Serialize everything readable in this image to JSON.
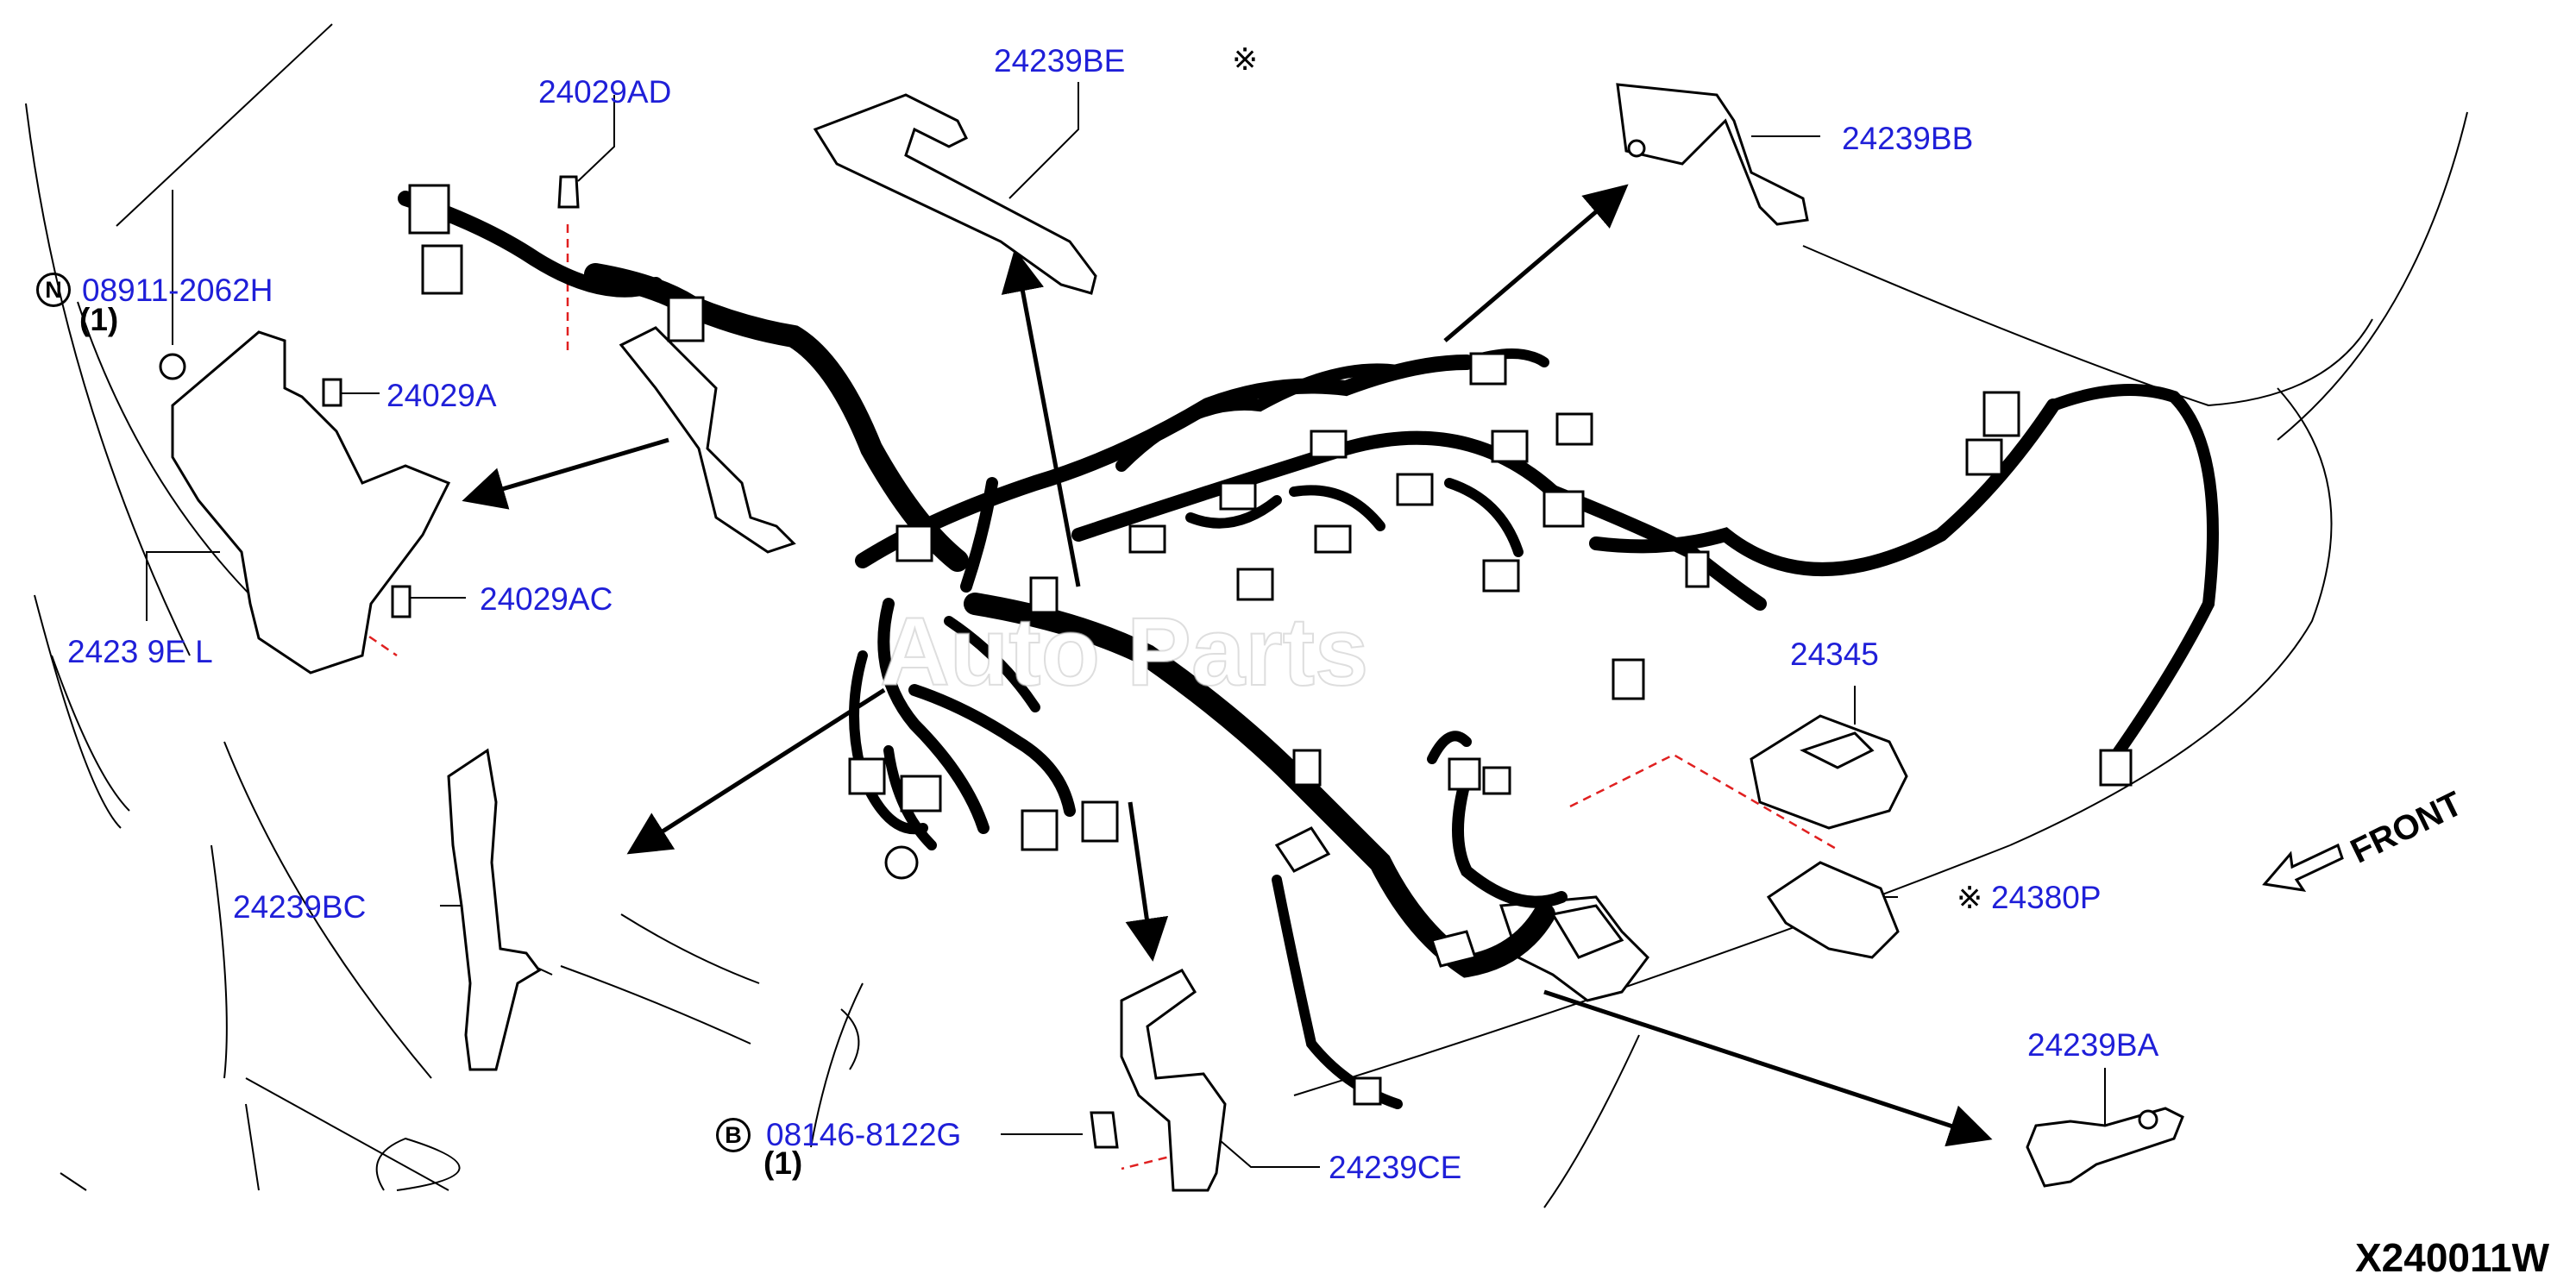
{
  "diagram": {
    "drawing_code": "X240011W",
    "front_label": "FRONT",
    "watermark": "Auto Parts",
    "parts": [
      {
        "id": "part-24239BE",
        "label": "24239BE"
      },
      {
        "id": "part-24029AD",
        "label": "24029AD"
      },
      {
        "id": "part-24239BB",
        "label": "24239BB"
      },
      {
        "id": "part-08911-2062H",
        "label": "08911-2062H"
      },
      {
        "id": "part-24029A",
        "label": "24029A"
      },
      {
        "id": "part-24029AC",
        "label": "24029AC"
      },
      {
        "id": "part-24239BL",
        "label": "2423 9E L"
      },
      {
        "id": "part-24345",
        "label": "24345"
      },
      {
        "id": "part-24239BC",
        "label": "24239BC"
      },
      {
        "id": "part-24380P",
        "label": "24380P"
      },
      {
        "id": "part-24239BA",
        "label": "24239BA"
      },
      {
        "id": "part-08146-8122G",
        "label": "08146-8122G"
      },
      {
        "id": "part-24239CE",
        "label": "24239CE"
      }
    ],
    "quantities": {
      "nut_08911": "(1)",
      "bolt_08146": "(1)"
    },
    "symbols": {
      "nut": "N",
      "bolt": "B",
      "reference_mark": "※"
    }
  }
}
